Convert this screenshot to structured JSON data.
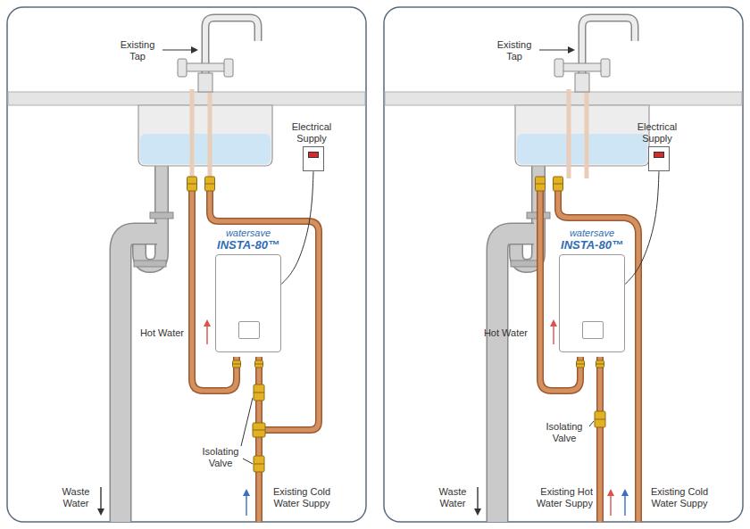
{
  "diagram": {
    "nodes": [
      {
        "text": [
          "Electrical Supply"
        ]
      },
      {
        "text": [
          "watersave",
          "INSTA-80™"
        ]
      },
      {
        "text": [
          "Electrical Supply"
        ]
      },
      {
        "text": [
          "watersave",
          "INSTA-80™"
        ]
      }
    ],
    "edges": [
      {
        "from": 0,
        "to": 1,
        "arrow": "none"
      },
      {
        "from": 2,
        "to": 3,
        "arrow": "none"
      }
    ],
    "labels": [
      "Existing Tap",
      "Hot Water",
      "Isolating Valve",
      "Waste Water",
      "Existing Cold Water Suppy",
      "Existing Tap",
      "Hot Water",
      "Isolating Valve",
      "Waste Water",
      "Existing Hot Water Suppy",
      "Existing Cold Water Suppy"
    ]
  }
}
